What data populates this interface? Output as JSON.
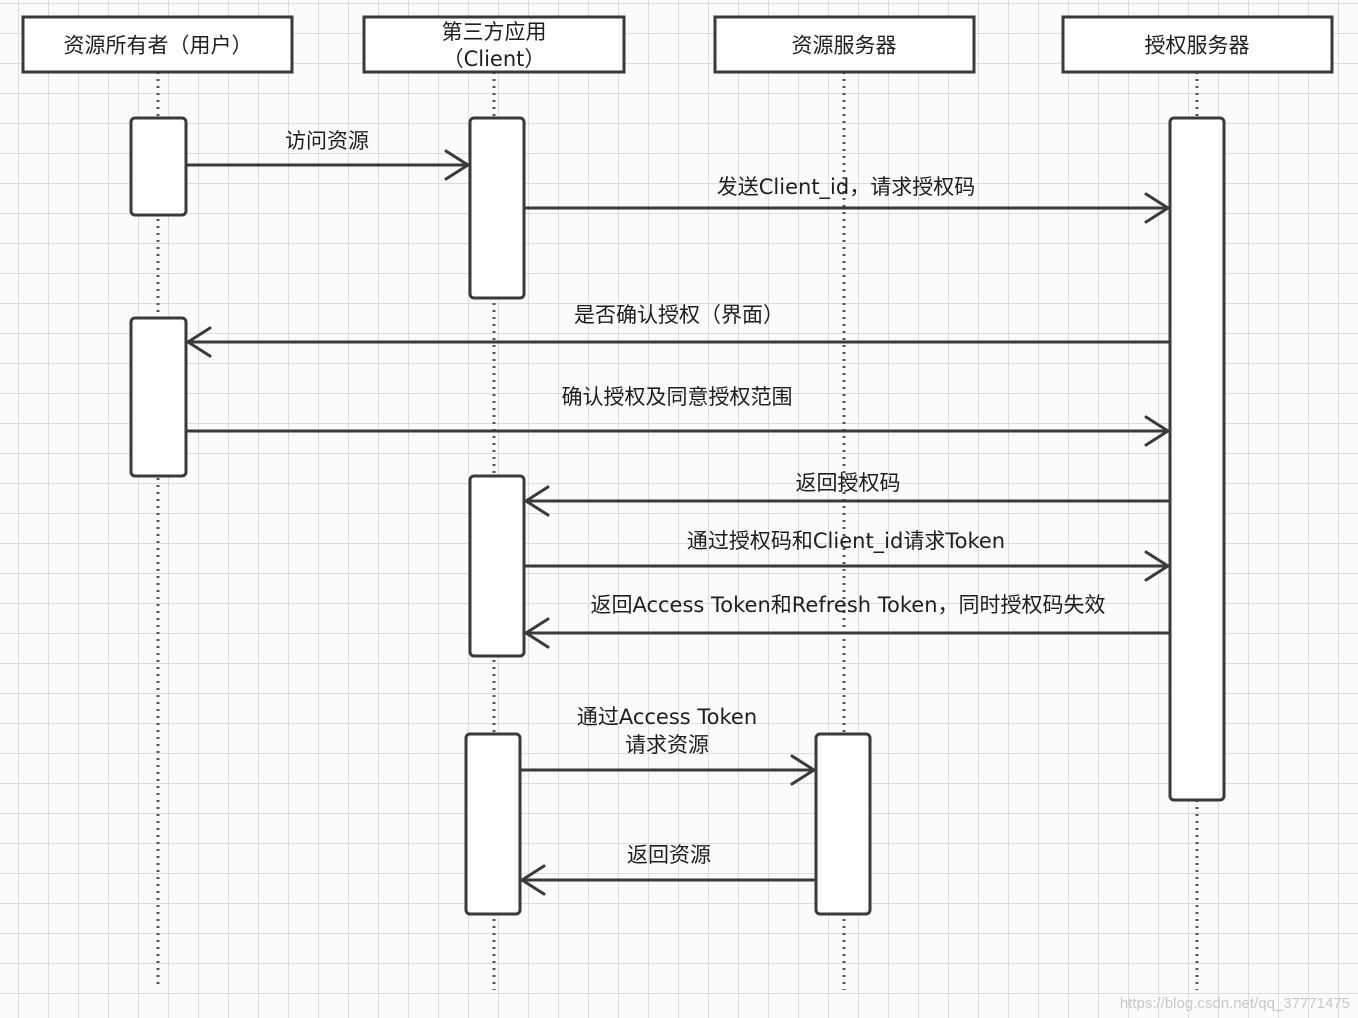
{
  "participants": [
    {
      "id": "owner",
      "lines": [
        "资源所有者（用户）"
      ]
    },
    {
      "id": "client",
      "lines": [
        "第三方应用",
        "（Client）"
      ]
    },
    {
      "id": "resource",
      "lines": [
        "资源服务器"
      ]
    },
    {
      "id": "auth",
      "lines": [
        "授权服务器"
      ]
    }
  ],
  "messages": [
    {
      "from": "owner",
      "to": "client",
      "lines": [
        "访问资源"
      ]
    },
    {
      "from": "client",
      "to": "auth",
      "lines": [
        "发送Client_id，请求授权码"
      ]
    },
    {
      "from": "auth",
      "to": "owner",
      "lines": [
        "是否确认授权（界面）"
      ]
    },
    {
      "from": "owner",
      "to": "auth",
      "lines": [
        "确认授权及同意授权范围"
      ]
    },
    {
      "from": "auth",
      "to": "client",
      "lines": [
        "返回授权码"
      ]
    },
    {
      "from": "client",
      "to": "auth",
      "lines": [
        "通过授权码和Client_id请求Token"
      ]
    },
    {
      "from": "auth",
      "to": "client",
      "lines": [
        "返回Access Token和Refresh Token，同时授权码失效"
      ]
    },
    {
      "from": "client",
      "to": "resource",
      "lines": [
        "通过Access Token",
        "请求资源"
      ]
    },
    {
      "from": "resource",
      "to": "client",
      "lines": [
        "返回资源"
      ]
    }
  ],
  "watermark": "https://blog.csdn.net/qq_37771475"
}
